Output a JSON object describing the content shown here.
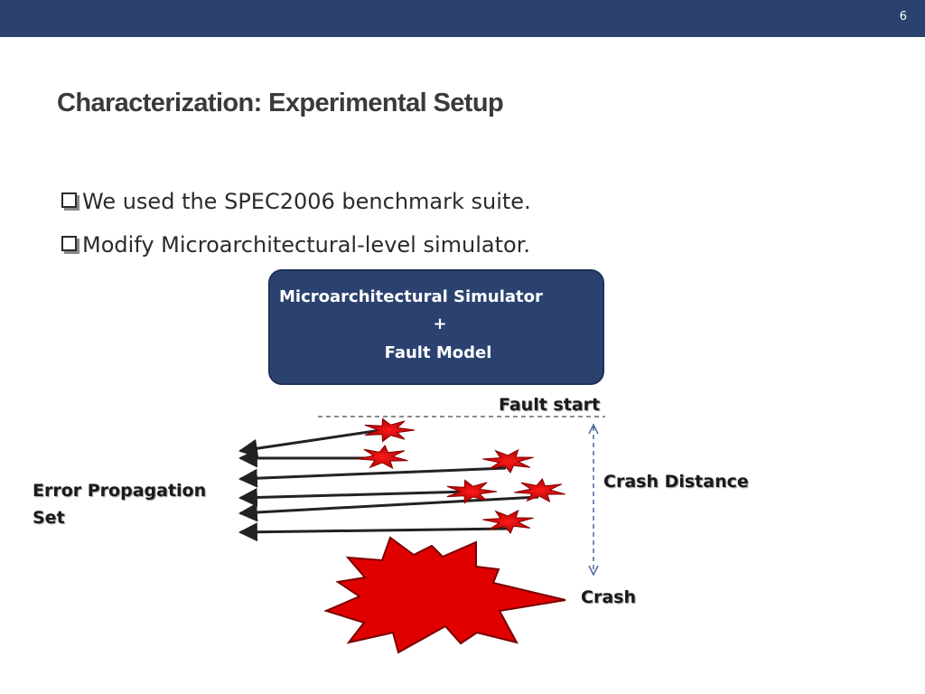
{
  "slide": {
    "number": "6",
    "title": "Characterization: Experimental Setup",
    "bullets": [
      "We used the SPEC2006 benchmark suite.",
      "Modify Microarchitectural-level  simulator."
    ]
  },
  "diagram": {
    "sim_box": {
      "line1": "Microarchitectural Simulator",
      "line2": "+",
      "line3": "Fault Model"
    },
    "fault_start_label": "Fault start",
    "crash_distance_label": "Crash Distance",
    "crash_label": "Crash",
    "error_set_label_line1": "Error Propagation",
    "error_set_label_line2": "Set"
  },
  "colors": {
    "header_bar": "#2b4270",
    "box_fill": "#2b4270",
    "burst_red": "#cc0000",
    "arrow_dark": "#222222",
    "distance_arrow": "#4b6a9b"
  }
}
